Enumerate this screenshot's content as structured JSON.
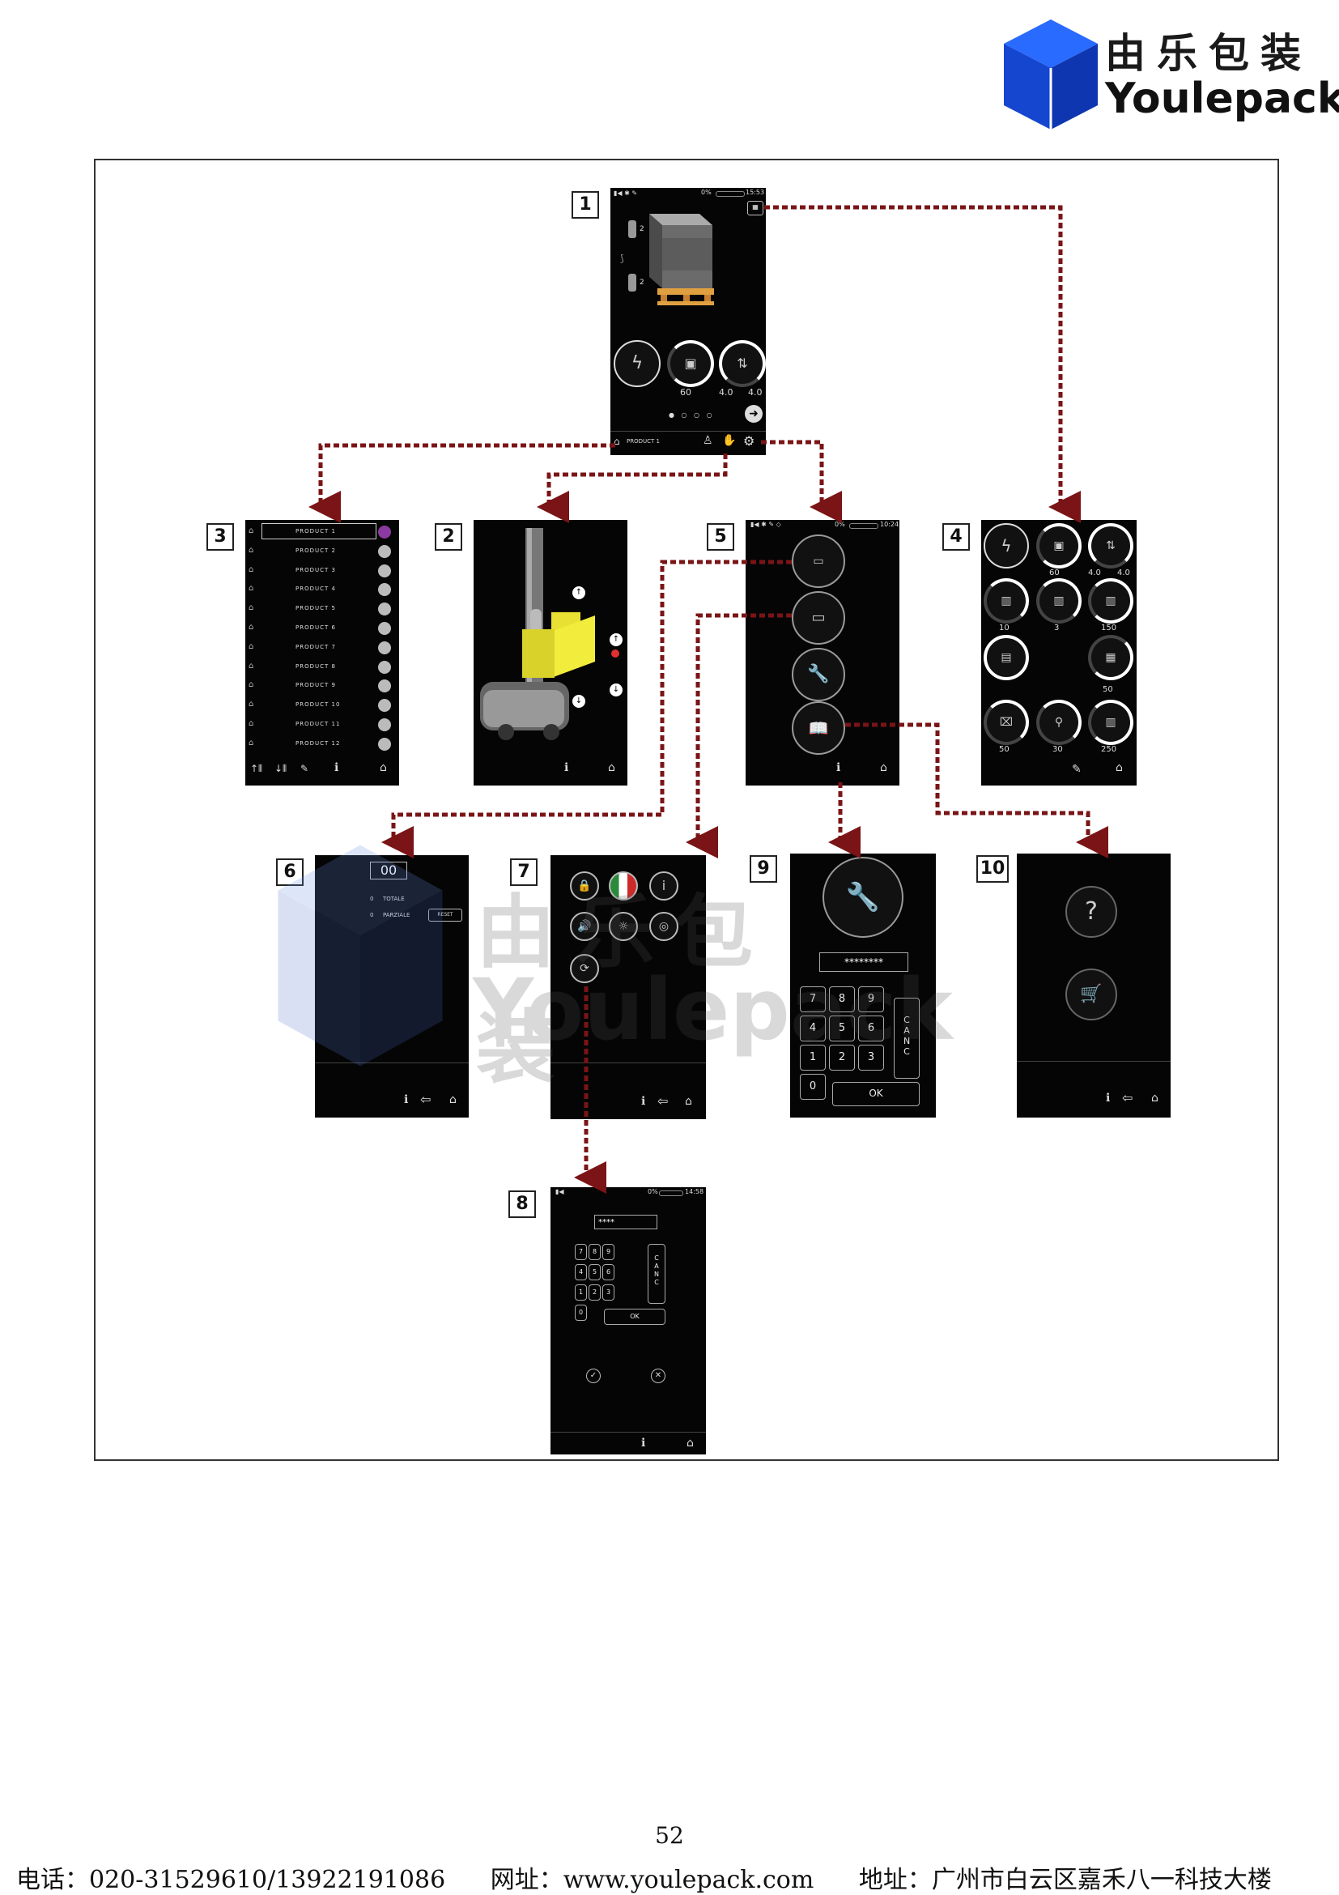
{
  "header": {
    "brand_cn": "由乐包装",
    "brand_en": "Youlepack",
    "brand_color": "#1c4fe0"
  },
  "watermark": {
    "cn": "由乐包装",
    "en": "Youlepack"
  },
  "diagram": {
    "arrow_color": "#7a1416",
    "screens": {
      "s1": {
        "number": "1",
        "status_pct": "0%",
        "clock": "15:53",
        "stacks": [
          "2",
          "2"
        ],
        "values": [
          "60",
          "4.0",
          "4.0"
        ],
        "product": "PRODUCT 1"
      },
      "s2": {
        "number": "2"
      },
      "s3": {
        "number": "3",
        "products": [
          "PRODUCT 1",
          "PRODUCT 2",
          "PRODUCT 3",
          "PRODUCT 4",
          "PRODUCT 5",
          "PRODUCT 6",
          "PRODUCT 7",
          "PRODUCT 8",
          "PRODUCT 9",
          "PRODUCT 10",
          "PRODUCT 11",
          "PRODUCT 12"
        ]
      },
      "s4": {
        "number": "4",
        "values": [
          "60",
          "4.0",
          "4.0",
          "10",
          "3",
          "150",
          "50",
          "50",
          "30",
          "250"
        ]
      },
      "s5": {
        "number": "5",
        "status_pct": "0%",
        "clock": "10:24"
      },
      "s6": {
        "number": "6",
        "counter": "00",
        "totale_value": "0",
        "totale_label": "TOTALE",
        "parziale_value": "0",
        "parziale_label": "PARZIALE",
        "reset_label": "RESET"
      },
      "s7": {
        "number": "7"
      },
      "s8": {
        "number": "8",
        "status_pct": "0%",
        "clock": "14:58",
        "password": "****",
        "keys": [
          "7",
          "8",
          "9",
          "4",
          "5",
          "6",
          "1",
          "2",
          "3",
          "0"
        ],
        "canc": "C A N C",
        "ok": "OK",
        "confirm": "✓",
        "cancel": "✕"
      },
      "s9": {
        "number": "9",
        "password": "********",
        "keys": [
          "7",
          "8",
          "9",
          "4",
          "5",
          "6",
          "1",
          "2",
          "3",
          "0"
        ],
        "canc": "C A N C",
        "ok": "OK"
      },
      "s10": {
        "number": "10"
      }
    }
  },
  "page_number": "52",
  "footer": {
    "phone": "电话：020-31529610/13922191086",
    "website": "网址：www.youlepack.com",
    "address": "地址：广州市白云区嘉禾八一科技大楼"
  }
}
